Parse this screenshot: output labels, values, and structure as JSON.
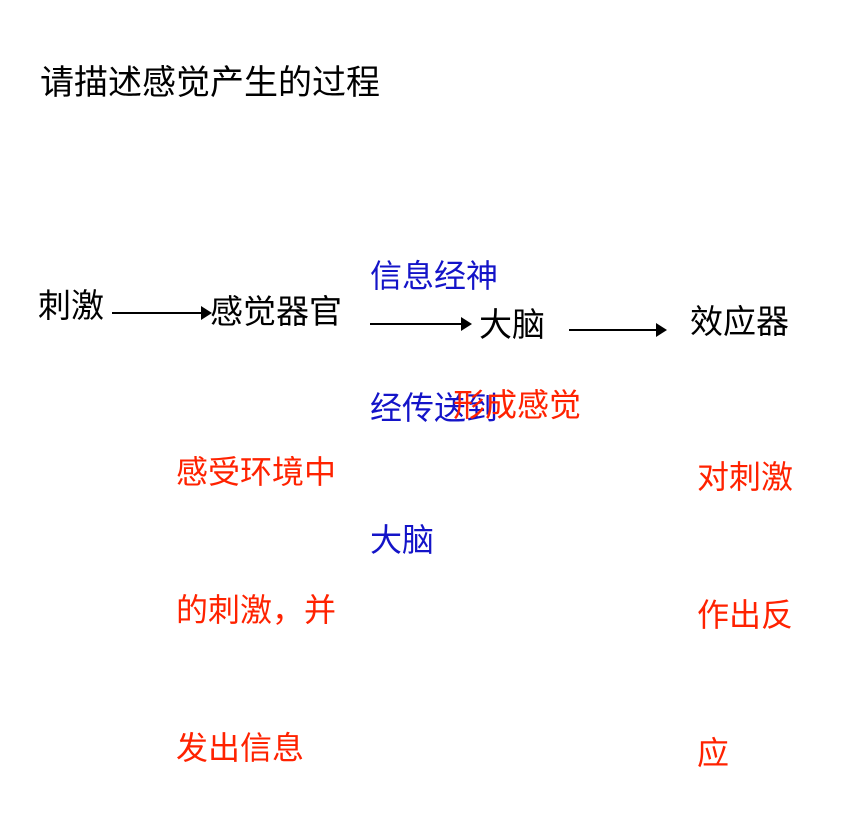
{
  "title": "请描述感觉产生的过程",
  "nodes": {
    "stimulus": "刺激",
    "sense_organ": "感觉器官",
    "brain": "大脑",
    "effector": "效应器"
  },
  "annotations": {
    "transmit_line1": "信息经神",
    "transmit_line2": "经传送到",
    "transmit_line3": "大脑",
    "receive_line1": "感受环境中",
    "receive_line2": "的刺激，并",
    "receive_line3": "发出信息",
    "feeling": "形成感觉",
    "respond_line1": "对刺激",
    "respond_line2": "作出反",
    "respond_line3": "应"
  },
  "colors": {
    "blue_text": "#1414c8",
    "red_text": "#ff2200",
    "black": "#000000"
  }
}
